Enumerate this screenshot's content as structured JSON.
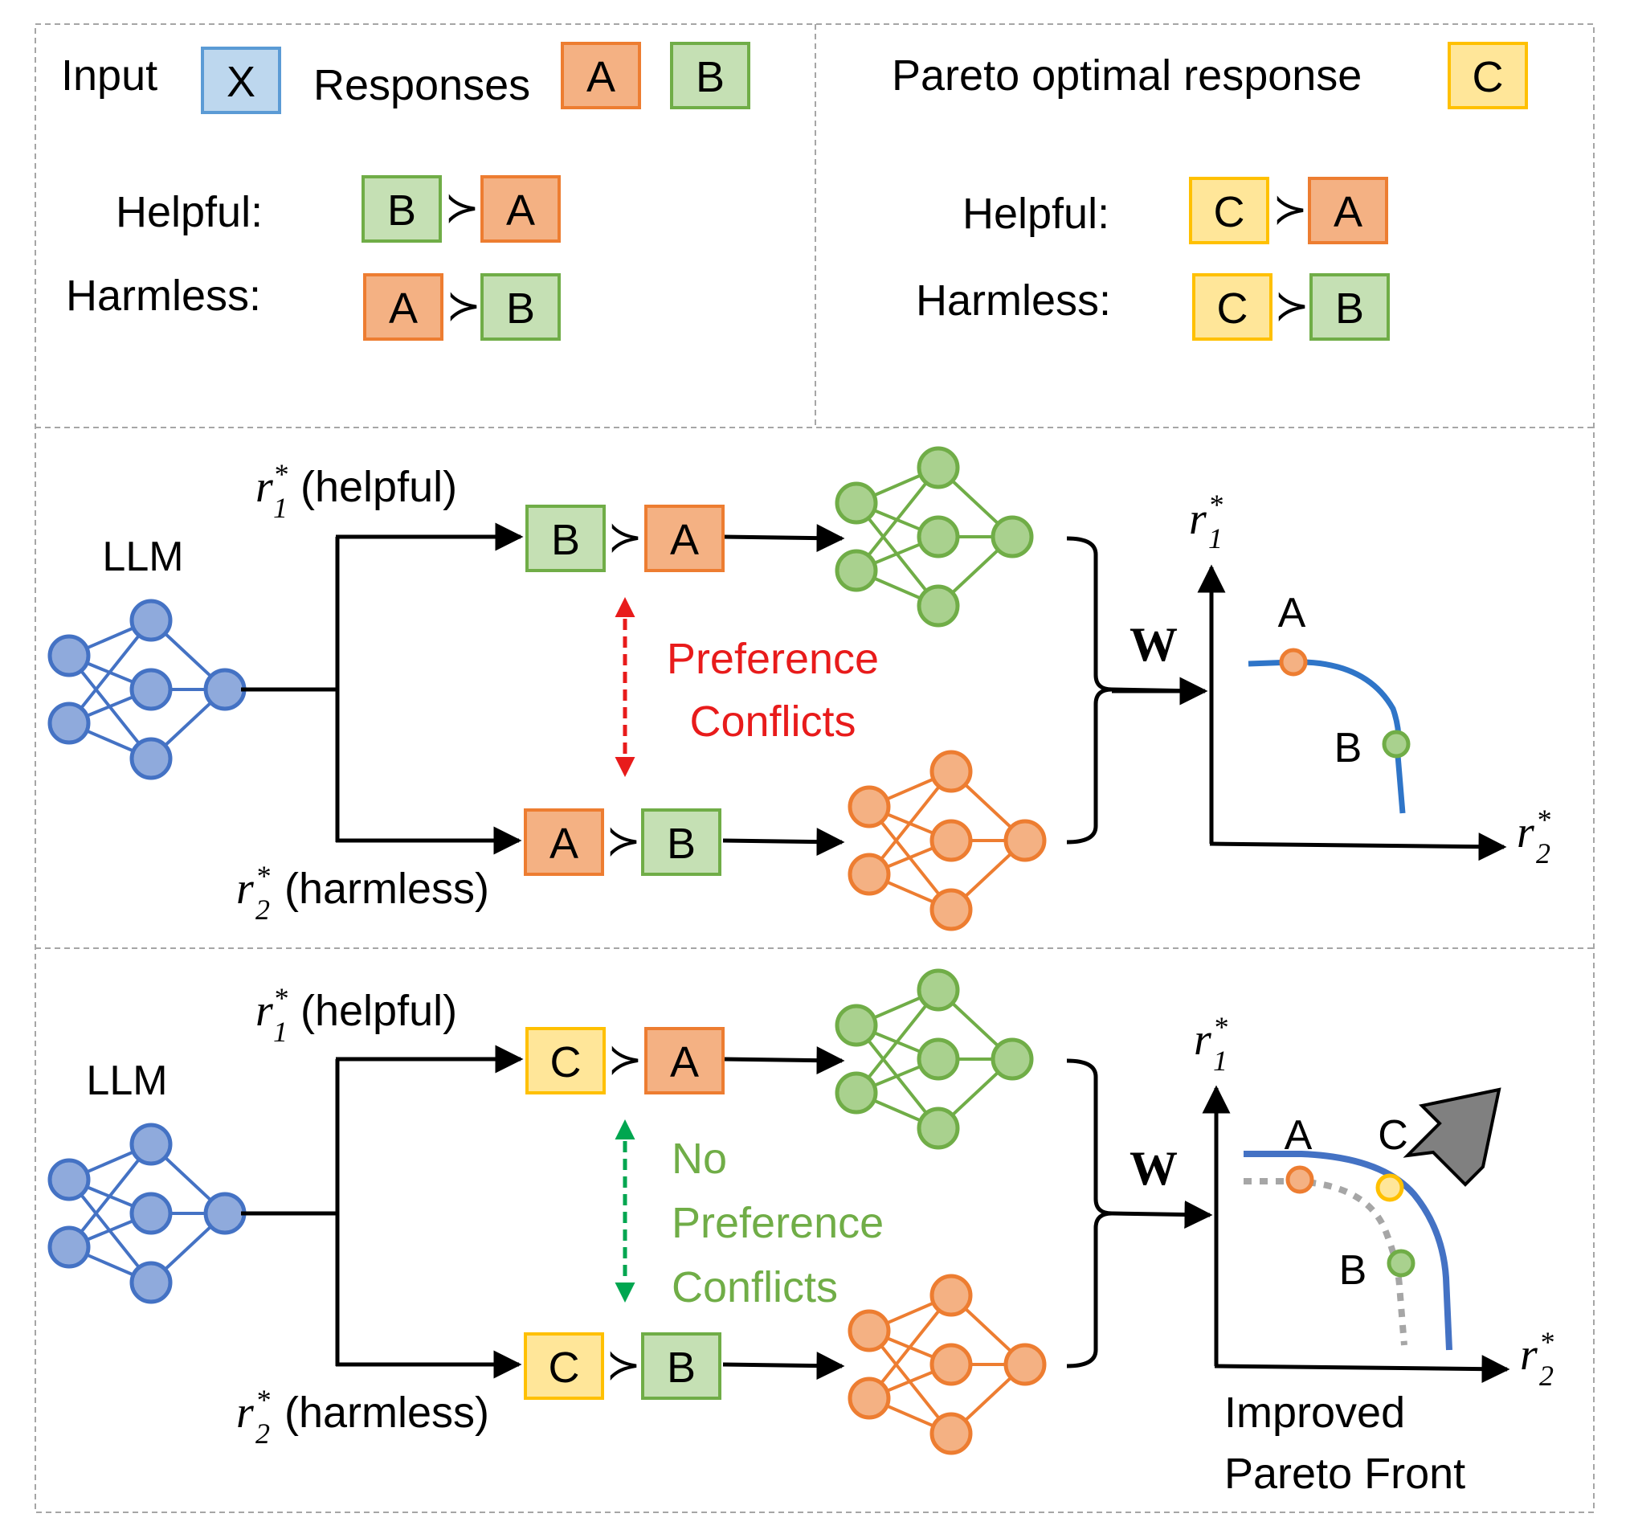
{
  "colors": {
    "blue_fill": "#bdd7ee",
    "blue_stroke": "#5b9bd5",
    "orange_fill": "#f4b183",
    "orange_stroke": "#ed7d31",
    "green_fill": "#c5e0b4",
    "green_stroke": "#70ad47",
    "yellow_fill": "#ffe699",
    "yellow_stroke": "#ffc000",
    "llm_fill": "#8faadc",
    "llm_stroke": "#4472c4",
    "conflict_red": "#e81b1b",
    "no_conflict_green": "#00a650",
    "front_blue": "#2f75c8",
    "old_front_gray": "#a6a6a6"
  },
  "legend": {
    "input_label": "Input",
    "input_box": "X",
    "responses_label": "Responses",
    "response_a": "A",
    "response_b": "B",
    "pareto_label": "Pareto optimal response",
    "pareto_box": "C",
    "left": {
      "helpful_label": "Helpful:",
      "helpful_pair": [
        "B",
        "A"
      ],
      "harmless_label": "Harmless:",
      "harmless_pair": [
        "A",
        "B"
      ]
    },
    "right": {
      "helpful_label": "Helpful:",
      "helpful_pair": [
        "C",
        "A"
      ],
      "harmless_label": "Harmless:",
      "harmless_pair": [
        "C",
        "B"
      ]
    },
    "succ": "≻"
  },
  "panel_conflict": {
    "llm_label": "LLM",
    "r1_helpful": "(helpful)",
    "r2_harmless": "(harmless)",
    "r_symbol": "r",
    "sub1": "1",
    "sub2": "2",
    "star": "*",
    "top_pair": [
      "B",
      "A"
    ],
    "bottom_pair": [
      "A",
      "B"
    ],
    "conflict_line1": "Preference",
    "conflict_line2": "Conflicts",
    "weight": "W",
    "axis_y": "r",
    "axis_x": "r",
    "point_a": "A",
    "point_b": "B"
  },
  "panel_no_conflict": {
    "llm_label": "LLM",
    "r1_helpful": "(helpful)",
    "r2_harmless": "(harmless)",
    "top_pair": [
      "C",
      "A"
    ],
    "bottom_pair": [
      "C",
      "B"
    ],
    "no_conflict_line1": "No",
    "no_conflict_line2": "Preference",
    "no_conflict_line3": "Conflicts",
    "weight": "W",
    "point_a": "A",
    "point_b": "B",
    "point_c": "C",
    "caption_line1": "Improved",
    "caption_line2": "Pareto Front"
  }
}
